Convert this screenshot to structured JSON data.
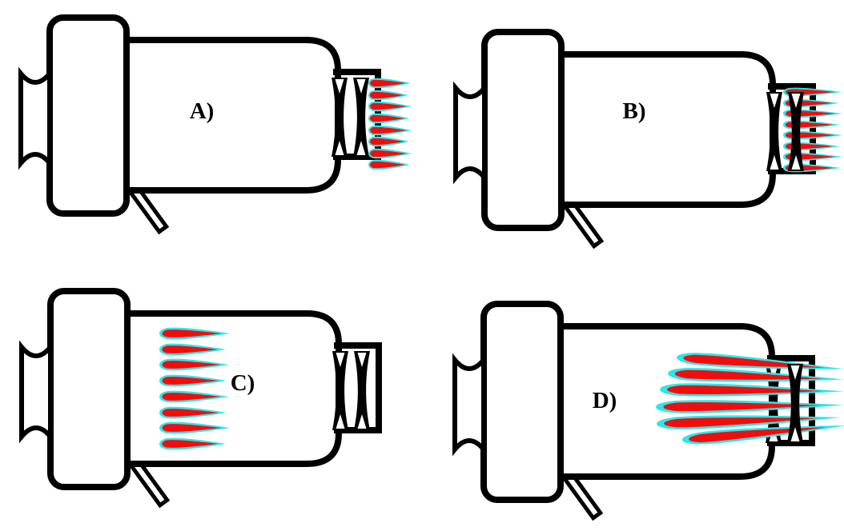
{
  "figure": {
    "panels": [
      {
        "id": "A",
        "label": "A)"
      },
      {
        "id": "B",
        "label": "B)"
      },
      {
        "id": "C",
        "label": "C)"
      },
      {
        "id": "D",
        "label": "D)"
      }
    ]
  },
  "colors": {
    "outline": "#000000",
    "paper": "#ffffff",
    "flame_red": "#f20d0d",
    "flame_cyan": "#2ce7e9"
  }
}
